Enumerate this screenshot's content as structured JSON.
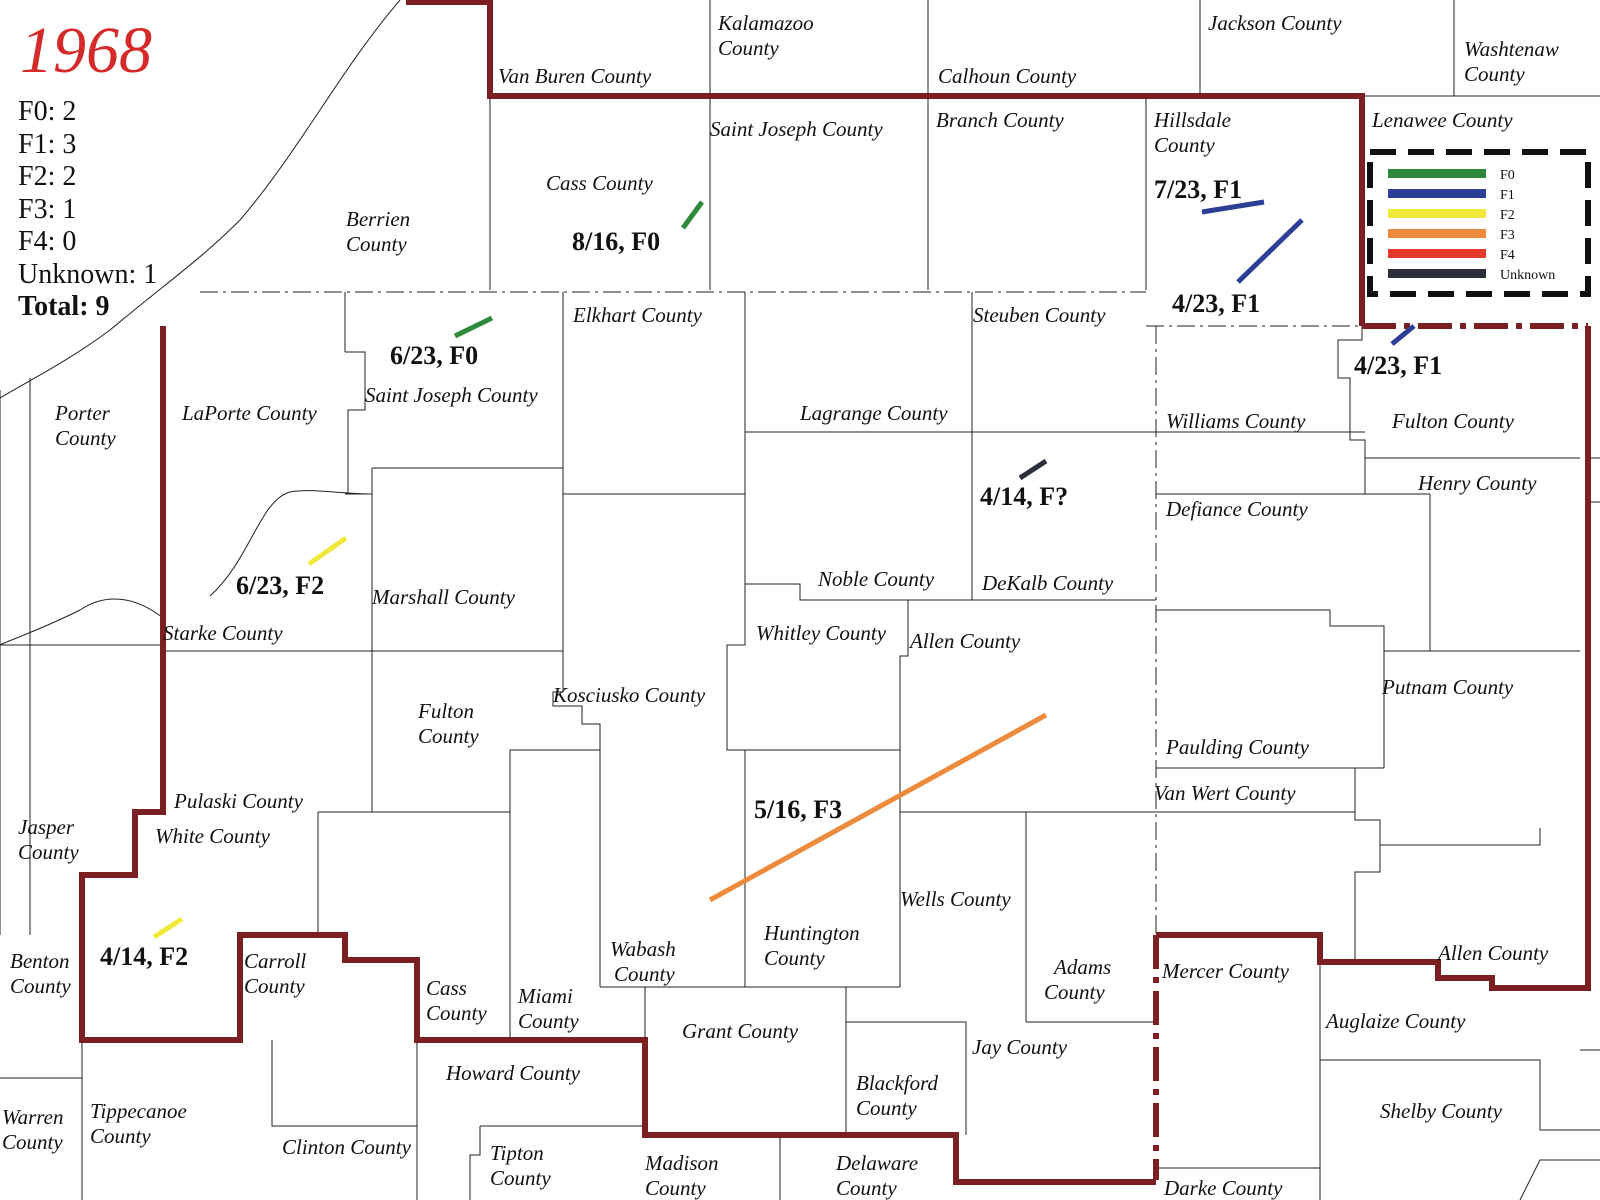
{
  "year": "1968",
  "stats": [
    {
      "label": "F0: 2"
    },
    {
      "label": "F1: 3"
    },
    {
      "label": "F2: 2"
    },
    {
      "label": "F3: 1"
    },
    {
      "label": "F4: 0"
    },
    {
      "label": "Unknown: 1"
    },
    {
      "label": "Total: 9",
      "bold": true
    }
  ],
  "legend": [
    {
      "label": "F0",
      "color": "#2e8a3a"
    },
    {
      "label": "F1",
      "color": "#2b3f96"
    },
    {
      "label": "F2",
      "color": "#f0e93a"
    },
    {
      "label": "F3",
      "color": "#ee8a3c"
    },
    {
      "label": "F4",
      "color": "#e5382c"
    },
    {
      "label": "Unknown",
      "color": "#2a2f3a"
    }
  ],
  "boundary_color": "#7a1f22",
  "counties": [
    {
      "name": "Kalamazoo",
      "line2": "County"
    },
    {
      "name": "Jackson County"
    },
    {
      "name": "Washtenaw",
      "line2": "County"
    },
    {
      "name": "Van Buren County"
    },
    {
      "name": "Calhoun County"
    },
    {
      "name": "Saint Joseph County"
    },
    {
      "name": "Branch County"
    },
    {
      "name": "Hillsdale",
      "line2": "County"
    },
    {
      "name": "Lenawee County"
    },
    {
      "name": "Cass County"
    },
    {
      "name": "Berrien",
      "line2": "County"
    },
    {
      "name": "Elkhart County"
    },
    {
      "name": "Steuben County"
    },
    {
      "name": "Saint Joseph County"
    },
    {
      "name": "Porter",
      "line2": "County"
    },
    {
      "name": "LaPorte County"
    },
    {
      "name": "Lagrange County"
    },
    {
      "name": "Williams County"
    },
    {
      "name": "Fulton County"
    },
    {
      "name": "Henry County"
    },
    {
      "name": "Defiance County"
    },
    {
      "name": "Marshall County"
    },
    {
      "name": "Noble County"
    },
    {
      "name": "DeKalb County"
    },
    {
      "name": "Starke County"
    },
    {
      "name": "Whitley County"
    },
    {
      "name": "Allen County"
    },
    {
      "name": "Kosciusko County"
    },
    {
      "name": "Fulton",
      "line2": "County"
    },
    {
      "name": "Putnam County"
    },
    {
      "name": "Paulding County"
    },
    {
      "name": "Van Wert County"
    },
    {
      "name": "Pulaski County"
    },
    {
      "name": "White County"
    },
    {
      "name": "Jasper",
      "line2": "County"
    },
    {
      "name": "Wells County"
    },
    {
      "name": "Huntington",
      "line2": "County"
    },
    {
      "name": "Wabash",
      "line2": "County"
    },
    {
      "name": "Adams",
      "line2": "County"
    },
    {
      "name": "Mercer County"
    },
    {
      "name": "Allen County"
    },
    {
      "name": "Benton",
      "line2": "County"
    },
    {
      "name": "Carroll",
      "line2": "County"
    },
    {
      "name": "Cass",
      "line2": "County"
    },
    {
      "name": "Miami",
      "line2": "County"
    },
    {
      "name": "Grant County"
    },
    {
      "name": "Auglaize County"
    },
    {
      "name": "Jay County"
    },
    {
      "name": "Howard County"
    },
    {
      "name": "Blackford",
      "line2": "County"
    },
    {
      "name": "Shelby County"
    },
    {
      "name": "Warren",
      "line2": "County"
    },
    {
      "name": "Tippecanoe",
      "line2": "County"
    },
    {
      "name": "Clinton County"
    },
    {
      "name": "Tipton",
      "line2": "County"
    },
    {
      "name": "Madison",
      "line2": "County"
    },
    {
      "name": "Delaware",
      "line2": "County"
    },
    {
      "name": "Darke County"
    }
  ],
  "tornadoes": [
    {
      "label": "8/16, F0",
      "rating": "F0"
    },
    {
      "label": "6/23, F0",
      "rating": "F0"
    },
    {
      "label": "7/23, F1",
      "rating": "F1"
    },
    {
      "label": "4/23, F1",
      "rating": "F1"
    },
    {
      "label": "4/23, F1",
      "rating": "F1"
    },
    {
      "label": "4/14, F?",
      "rating": "Unknown"
    },
    {
      "label": "6/23, F2",
      "rating": "F2"
    },
    {
      "label": "5/16, F3",
      "rating": "F3"
    },
    {
      "label": "4/14, F2",
      "rating": "F2"
    }
  ]
}
